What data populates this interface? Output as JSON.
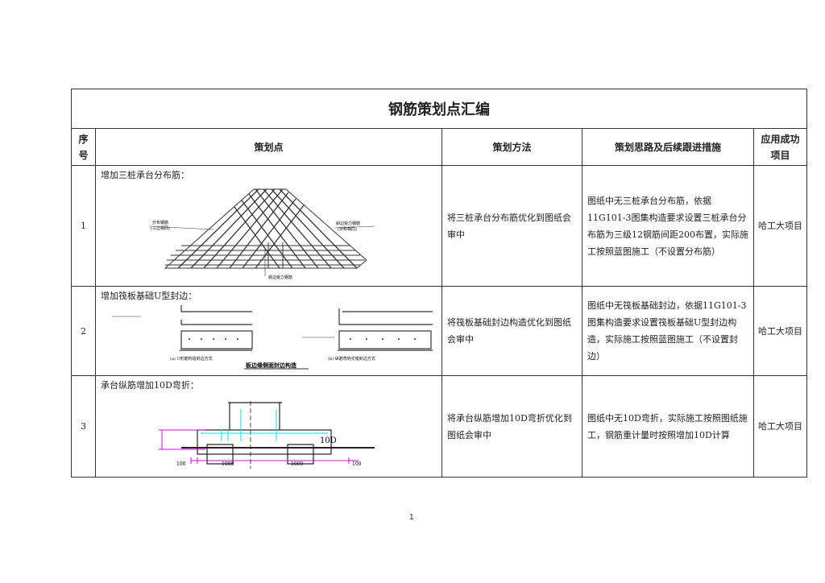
{
  "title": "钢筋策划点汇编",
  "headers": {
    "seq": "序号",
    "point": "策划点",
    "method": "策划方法",
    "idea": "策划思路及后续跟进措施",
    "project": "应用成功项目"
  },
  "rows": [
    {
      "seq": "1",
      "point": "增加三桩承台分布筋：",
      "method": "将三桩承台分布筋优化到图纸会审中",
      "idea": "图纸中无三桩承台分布筋，依据11G101-3图集构造要求设置三桩承台分布筋为三级12钢筋间距200布置，实际施工按照蓝图施工（不设置分布筋）",
      "project": "哈工大项目",
      "figure": {
        "label_left": "分布钢筋",
        "label_left_sub": "(三边相同)",
        "label_right": "斜边受力钢筋",
        "label_right_sub": "(对称相同)",
        "label_bottom": "底边受力钢筋"
      }
    },
    {
      "seq": "2",
      "point": "增加筏板基础U型封边：",
      "method": "将筏板基础封边构造优化到图纸会审中",
      "idea": "图纸中无筏板基础封边，依据11G101-3图集构造要求设置筏板基础U型封边构造，实际施工按照蓝图施工（不设置封边）",
      "project": "哈工大项目",
      "figure": {
        "caption_a": "(a)  U形筋构造封边方式",
        "caption_b": "(b)  纵筋弯钩交错封边方式",
        "title": "板边缘侧面封边构造"
      }
    },
    {
      "seq": "3",
      "point": "承台纵筋增加10D弯折：",
      "method": "将承台纵筋增加10D弯折优化到图纸会审中",
      "idea": "图纸中无10D弯折，实际施工按照图纸施工，钢筋重计量时按照增加10D计算",
      "project": "哈工大项目",
      "figure": {
        "bend": "10D",
        "dim_left": "100",
        "dim_mid1": "1000",
        "dim_mid2": "1000",
        "dim_right": "100"
      }
    }
  ],
  "page_number": "1"
}
